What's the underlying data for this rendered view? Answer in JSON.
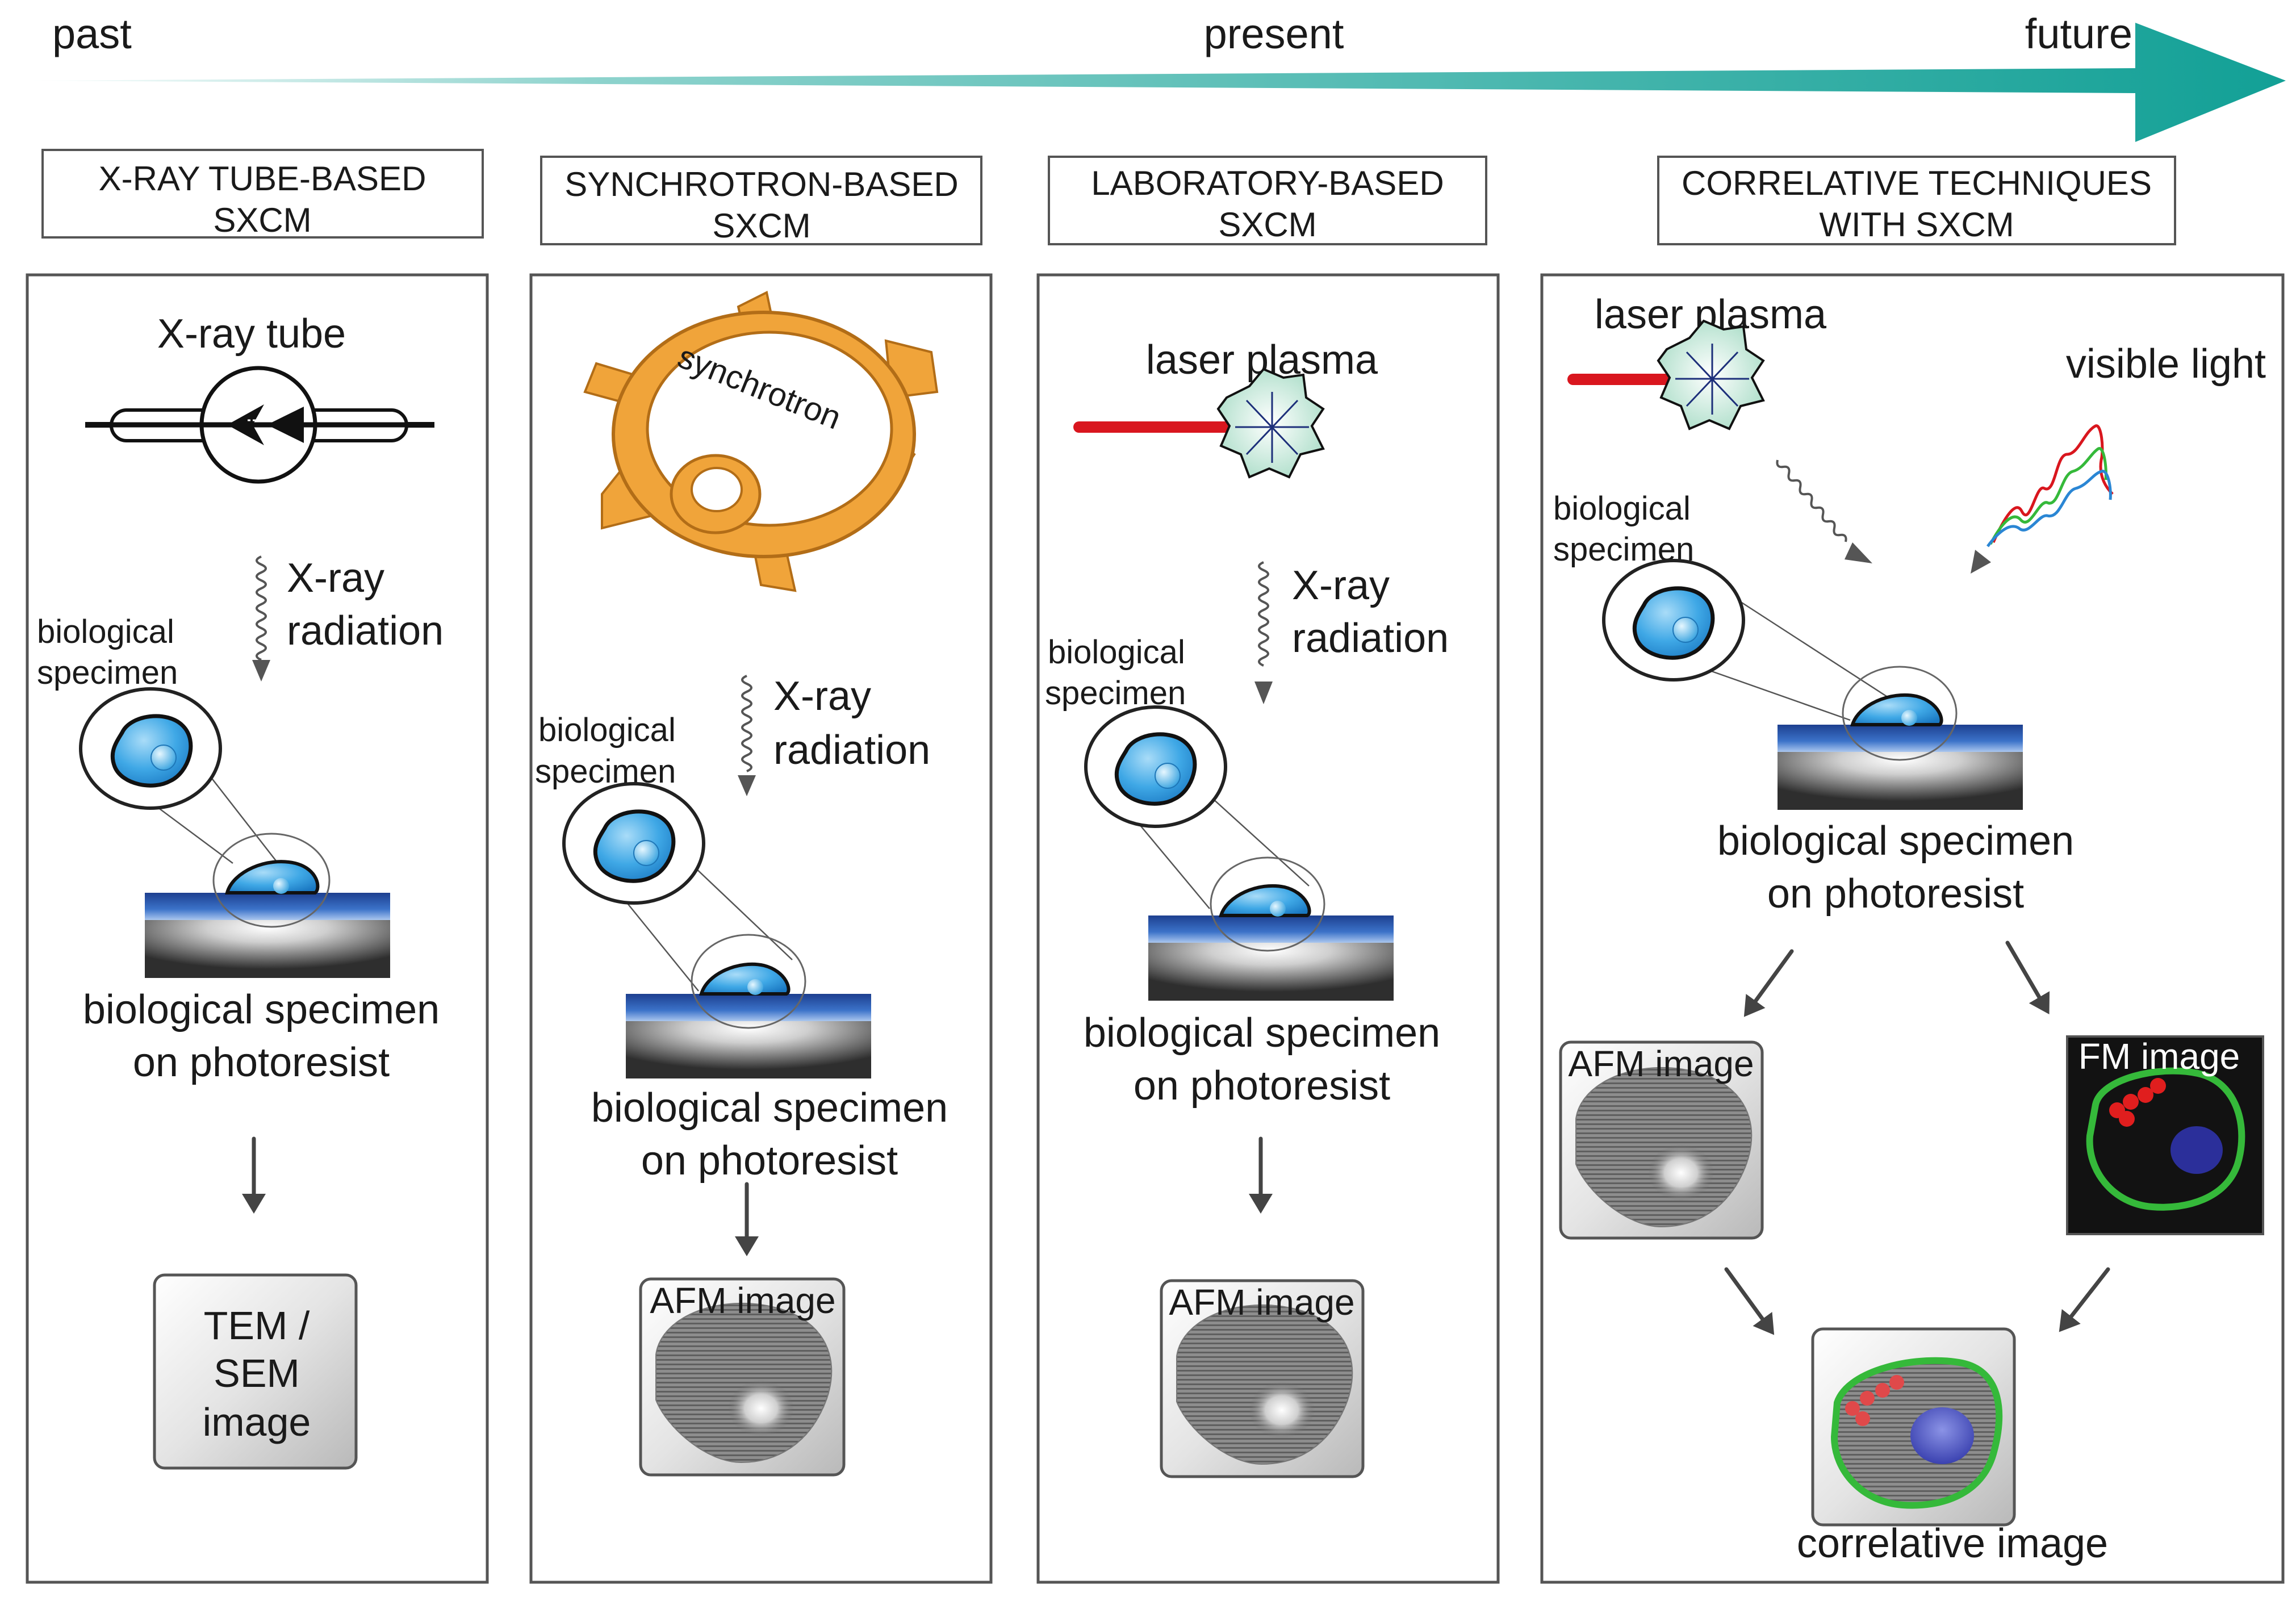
{
  "timeline": {
    "past": "past",
    "present": "present",
    "future": "future"
  },
  "colors": {
    "timeline_arrow": "#16a096",
    "cell_fill": "#3fa8e6",
    "nucleus_fill": "#7fd0f5",
    "laser_beam": "#d9161e",
    "synchrotron": "#f0a43a",
    "photoresist": "#2f5fb3",
    "fm_background": "#121212",
    "fm_membrane": "#35b93a",
    "fm_spots": "#e01e1e",
    "fm_nucleus": "#2b2f9a"
  },
  "panels": [
    {
      "heading_line1": "X-RAY TUBE-BASED",
      "heading_line2": "SXCM",
      "source_label": "X-ray tube",
      "radiation_line1": "X-ray",
      "radiation_line2": "radiation",
      "specimen_line1": "biological",
      "specimen_line2": "specimen",
      "result_line1": "biological specimen",
      "result_line2": "on photoresist",
      "output_line1": "TEM /",
      "output_line2": "SEM",
      "output_line3": "image"
    },
    {
      "heading_line1": "SYNCHROTRON-BASED",
      "heading_line2": "SXCM",
      "source_label": "synchrotron",
      "radiation_line1": "X-ray",
      "radiation_line2": "radiation",
      "specimen_line1": "biological",
      "specimen_line2": "specimen",
      "result_line1": "biological specimen",
      "result_line2": "on photoresist",
      "output_label": "AFM image"
    },
    {
      "heading_line1": "LABORATORY-BASED",
      "heading_line2": "SXCM",
      "source_label": "laser plasma",
      "radiation_line1": "X-ray",
      "radiation_line2": "radiation",
      "specimen_line1": "biological",
      "specimen_line2": "specimen",
      "result_line1": "biological specimen",
      "result_line2": "on photoresist",
      "output_label": "AFM image"
    },
    {
      "heading_line1": "CORRELATIVE TECHNIQUES",
      "heading_line2": "WITH SXCM",
      "source_label": "laser plasma",
      "light_label": "visible light",
      "specimen_line1": "biological",
      "specimen_line2": "specimen",
      "result_line1": "biological specimen",
      "result_line2": "on photoresist",
      "afm_label": "AFM image",
      "fm_label": "FM image",
      "correlative_label": "correlative image"
    }
  ]
}
